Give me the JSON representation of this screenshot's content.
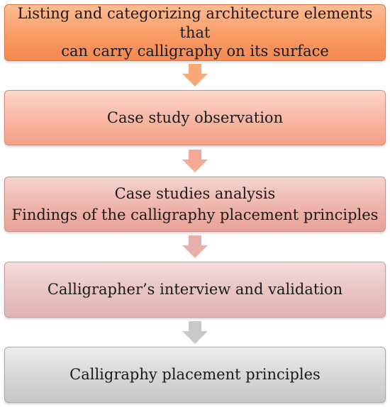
{
  "steps": [
    {
      "lines": [
        "Listing and categorizing architecture elements that",
        "can carry calligraphy on its surface"
      ]
    },
    {
      "lines": [
        "Case study observation"
      ]
    },
    {
      "lines": [
        "Case studies analysis",
        "Findings of the calligraphy placement principles"
      ]
    },
    {
      "lines": [
        "Calligrapher’s interview and validation"
      ]
    },
    {
      "lines": [
        "Calligraphy placement principles"
      ]
    }
  ],
  "colors": {
    "step1": "#f99b66",
    "step2": "#f8b6a3",
    "step3": "#eeb4ac",
    "step4": "#e8c3c0",
    "step5": "#d6d6d6",
    "arrow1": "#f9a878",
    "arrow2": "#f5a894",
    "arrow3": "#e8b0a8",
    "arrow4": "#c9c9c9"
  },
  "arrows": [
    {
      "icon": "down-arrow-icon"
    },
    {
      "icon": "down-arrow-icon"
    },
    {
      "icon": "down-arrow-icon"
    },
    {
      "icon": "down-arrow-icon"
    }
  ]
}
